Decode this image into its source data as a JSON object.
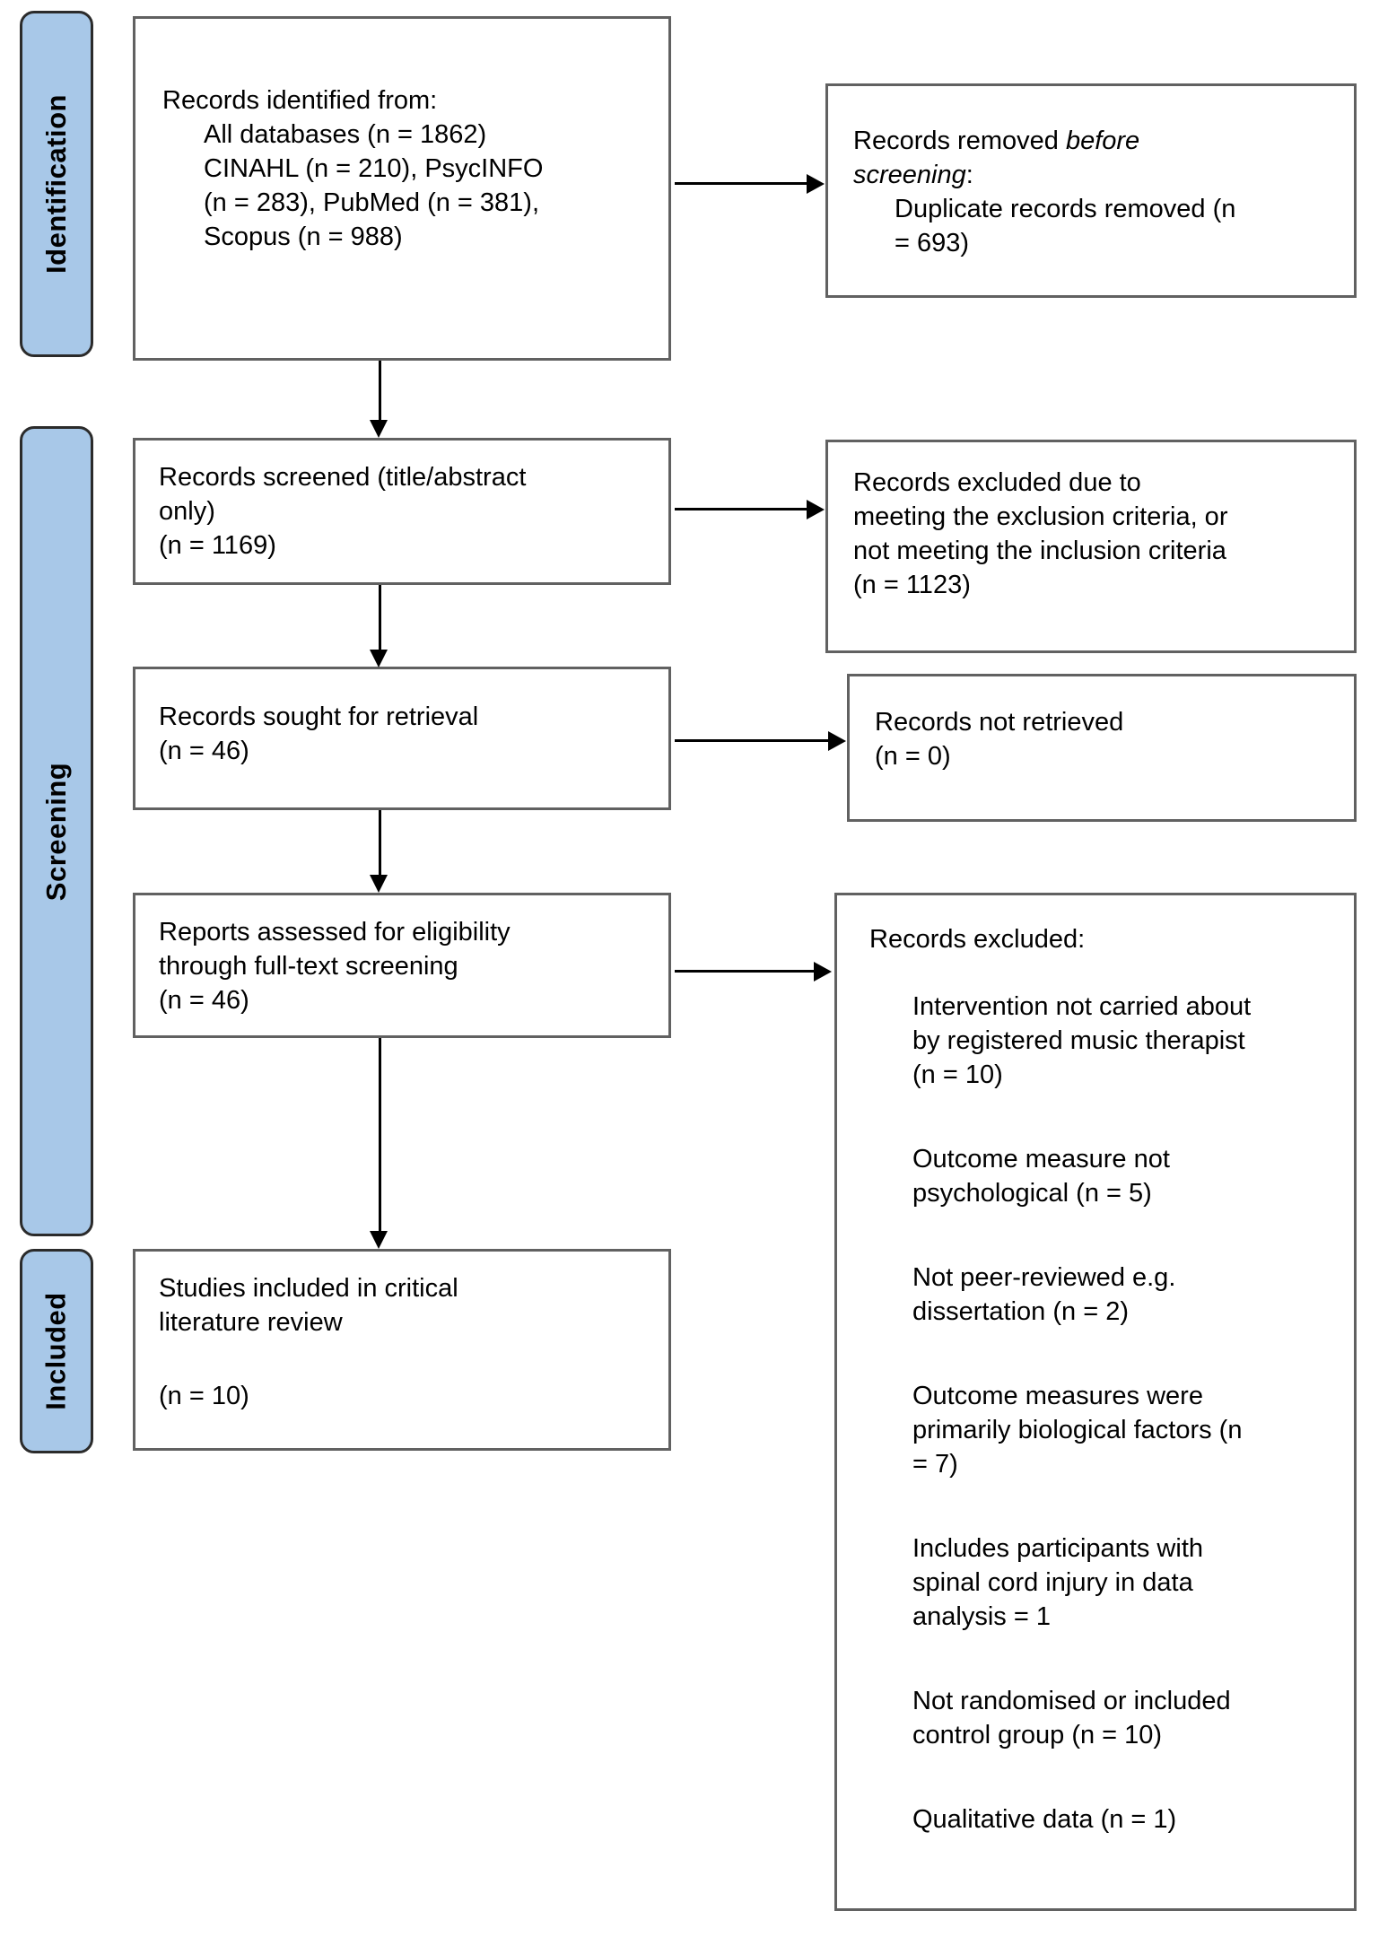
{
  "sidebar": {
    "identification": "Identification",
    "screening": "Screening",
    "included": "Included"
  },
  "boxes": {
    "identified": {
      "title": "Records identified from:",
      "lines": [
        "All databases (n = 1862)",
        "CINAHL (n = 210), PsycINFO",
        "(n = 283), PubMed (n = 381),",
        "Scopus (n = 988)"
      ]
    },
    "removed_before_screening": {
      "line1_regular": "Records removed ",
      "line1_italic": "before",
      "line2_italic": "screening",
      "line2_punct": ":",
      "details": [
        "Duplicate records removed (n",
        "= 693)"
      ]
    },
    "screened": {
      "lines": [
        "Records screened (title/abstract",
        "only)",
        "(n = 1169)"
      ]
    },
    "excluded_criteria": {
      "lines": [
        "Records excluded due to",
        "meeting the exclusion criteria, or",
        "not meeting the inclusion criteria",
        "(n = 1123)"
      ]
    },
    "sought": {
      "lines": [
        "Records sought for retrieval",
        "(n = 46)"
      ]
    },
    "not_retrieved": {
      "lines": [
        "Records not retrieved",
        "(n = 0)"
      ]
    },
    "assessed": {
      "lines": [
        "Reports assessed for eligibility",
        "through full-text screening",
        "(n = 46)"
      ]
    },
    "records_excluded": {
      "title": "Records excluded:",
      "items": [
        [
          "Intervention not carried about",
          "by registered music therapist",
          "(n = 10)"
        ],
        [
          "Outcome measure not",
          "psychological (n = 5)"
        ],
        [
          "Not peer-reviewed e.g.",
          "dissertation (n = 2)"
        ],
        [
          "Outcome measures were",
          "primarily biological factors (n",
          "= 7)"
        ],
        [
          "Includes participants with",
          "spinal cord injury in data",
          "analysis = 1"
        ],
        [
          "Not randomised or included",
          "control group (n = 10)"
        ],
        [
          "Qualitative data (n = 1)"
        ]
      ]
    },
    "included_studies": {
      "lines": [
        "Studies included in critical",
        "literature review"
      ],
      "count": "(n = 10)"
    }
  },
  "colors": {
    "stage_label_fill": "#a8c8e8",
    "stage_label_border": "#2b2b2b",
    "box_border": "#616161",
    "arrow": "#000000",
    "text": "#000000"
  }
}
